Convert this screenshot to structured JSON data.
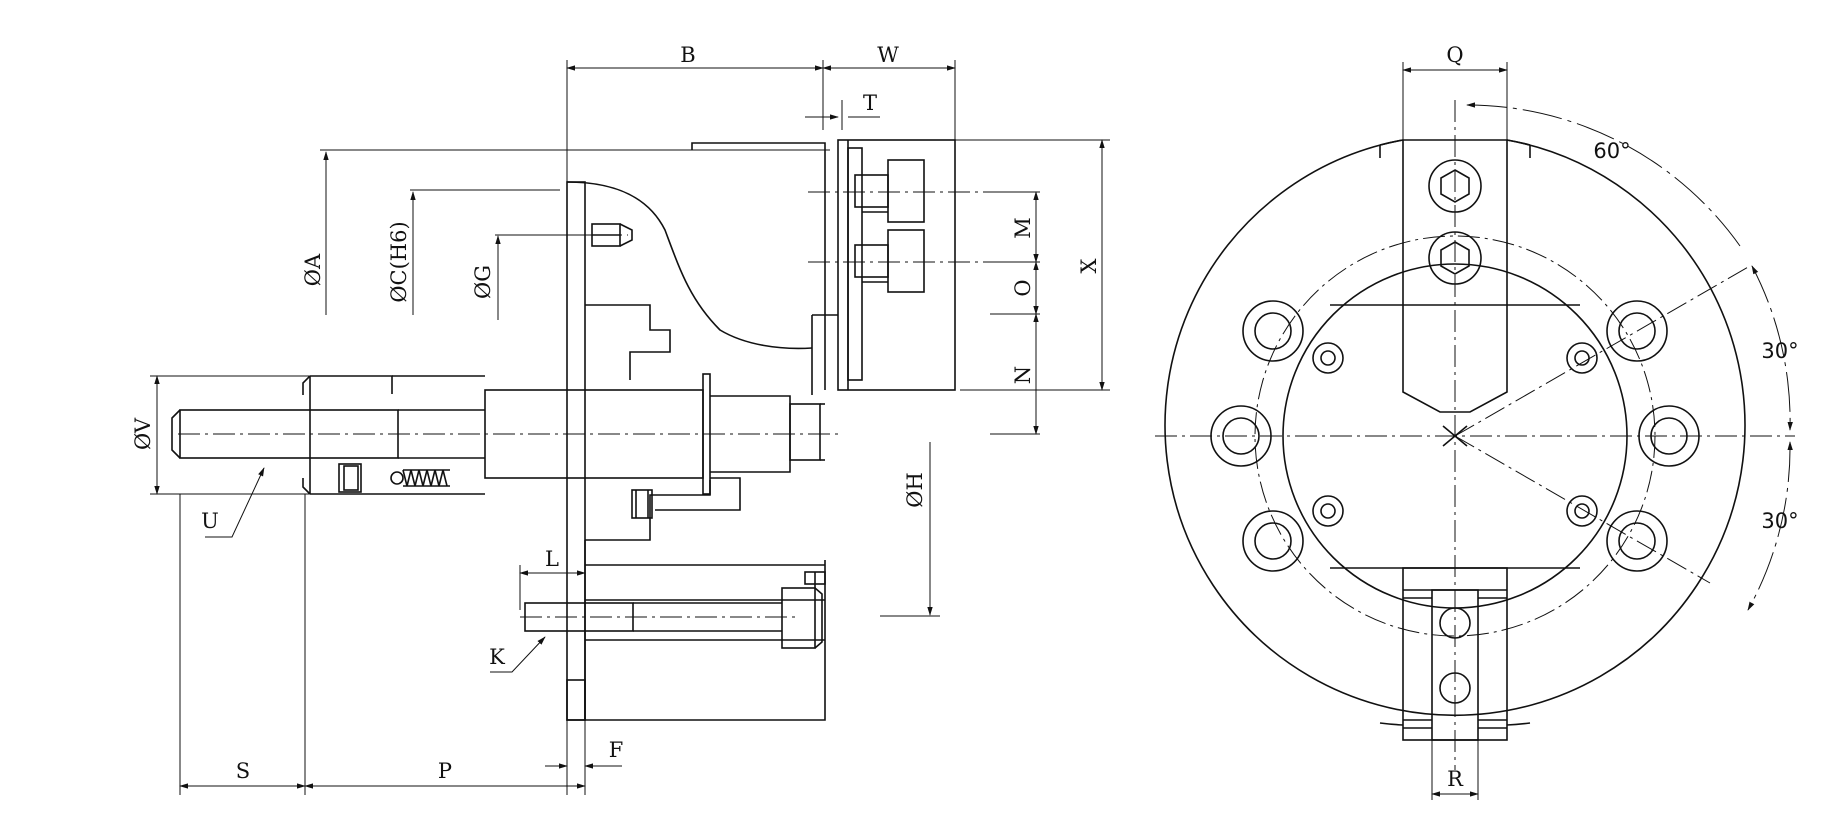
{
  "labels": {
    "B": "B",
    "W": "W",
    "T": "T",
    "A": "ØA",
    "C": "ØC(H6)",
    "G": "ØG",
    "X": "X",
    "M": "M",
    "O": "O",
    "N": "N",
    "V": "ØV",
    "U": "U",
    "H": "ØH",
    "L": "L",
    "K": "K",
    "F": "F",
    "S": "S",
    "P": "P",
    "Q": "Q",
    "R": "R"
  },
  "angles": {
    "top": "60°",
    "right_upper": "30°",
    "right_lower": "30°"
  }
}
